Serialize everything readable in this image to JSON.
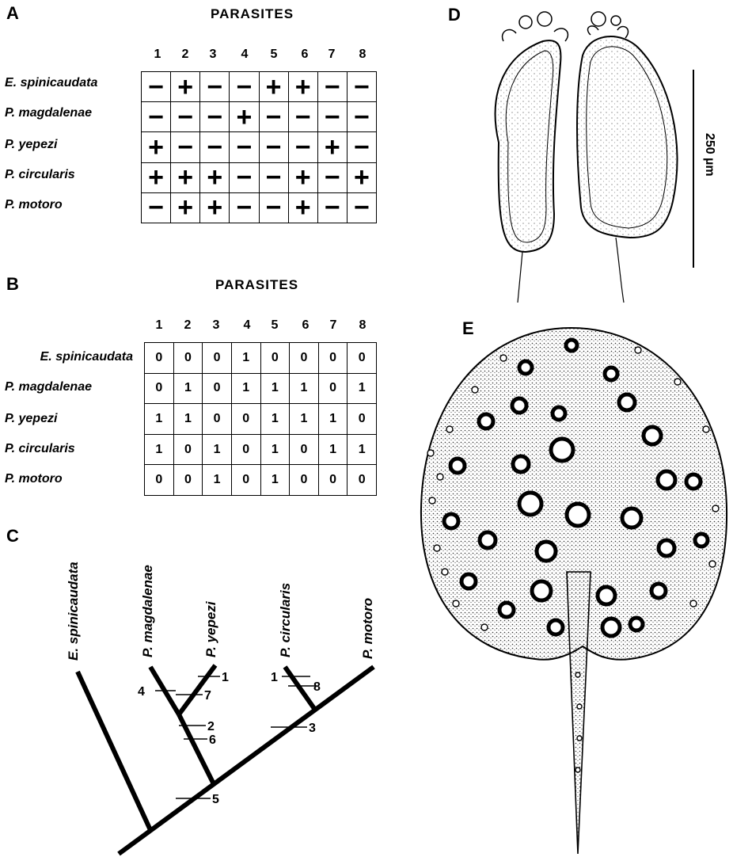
{
  "panels": {
    "a": "A",
    "b": "B",
    "c": "C",
    "d": "D",
    "e": "E"
  },
  "panel_a": {
    "heading": "PARASITES",
    "columns": [
      "1",
      "2",
      "3",
      "4",
      "5",
      "6",
      "7",
      "8"
    ],
    "rows": [
      {
        "species": "E.  spinicaudata",
        "cells": [
          "−",
          "+",
          "−",
          "−",
          "+",
          "+",
          "−",
          "−"
        ]
      },
      {
        "species": "P.  magdalenae",
        "cells": [
          "−",
          "−",
          "−",
          "+",
          "−",
          "−",
          "−",
          "−"
        ]
      },
      {
        "species": "P.  yepezi",
        "cells": [
          "+",
          "−",
          "−",
          "−",
          "−",
          "−",
          "+",
          "−"
        ]
      },
      {
        "species": "P.  circularis",
        "cells": [
          "+",
          "+",
          "+",
          "−",
          "−",
          "+",
          "−",
          "+"
        ]
      },
      {
        "species": "P.  motoro",
        "cells": [
          "−",
          "+",
          "+",
          "−",
          "−",
          "+",
          "−",
          "−"
        ]
      }
    ]
  },
  "panel_b": {
    "heading": "PARASITES",
    "columns": [
      "1",
      "2",
      "3",
      "4",
      "5",
      "6",
      "7",
      "8"
    ],
    "rows": [
      {
        "species": "E.  spinicaudata",
        "cells": [
          "0",
          "0",
          "0",
          "1",
          "0",
          "0",
          "0",
          "0"
        ]
      },
      {
        "species": "P.  magdalenae",
        "cells": [
          "0",
          "1",
          "0",
          "1",
          "1",
          "1",
          "0",
          "1"
        ]
      },
      {
        "species": "P.  yepezi",
        "cells": [
          "1",
          "1",
          "0",
          "0",
          "1",
          "1",
          "1",
          "0"
        ]
      },
      {
        "species": "P.  circularis",
        "cells": [
          "1",
          "0",
          "1",
          "0",
          "1",
          "0",
          "1",
          "1"
        ]
      },
      {
        "species": "P.  motoro",
        "cells": [
          "0",
          "0",
          "1",
          "0",
          "1",
          "0",
          "0",
          "0"
        ]
      }
    ]
  },
  "panel_c": {
    "taxa": [
      "E.  spinicaudata",
      "P.  magdalenae",
      "P.  yepezi",
      "P.  circularis",
      "P.  motoro"
    ],
    "marks": [
      "4",
      "1",
      "7",
      "2",
      "6",
      "5",
      "1",
      "8",
      "3"
    ]
  },
  "panel_d": {
    "scale_label": "250 µm"
  }
}
